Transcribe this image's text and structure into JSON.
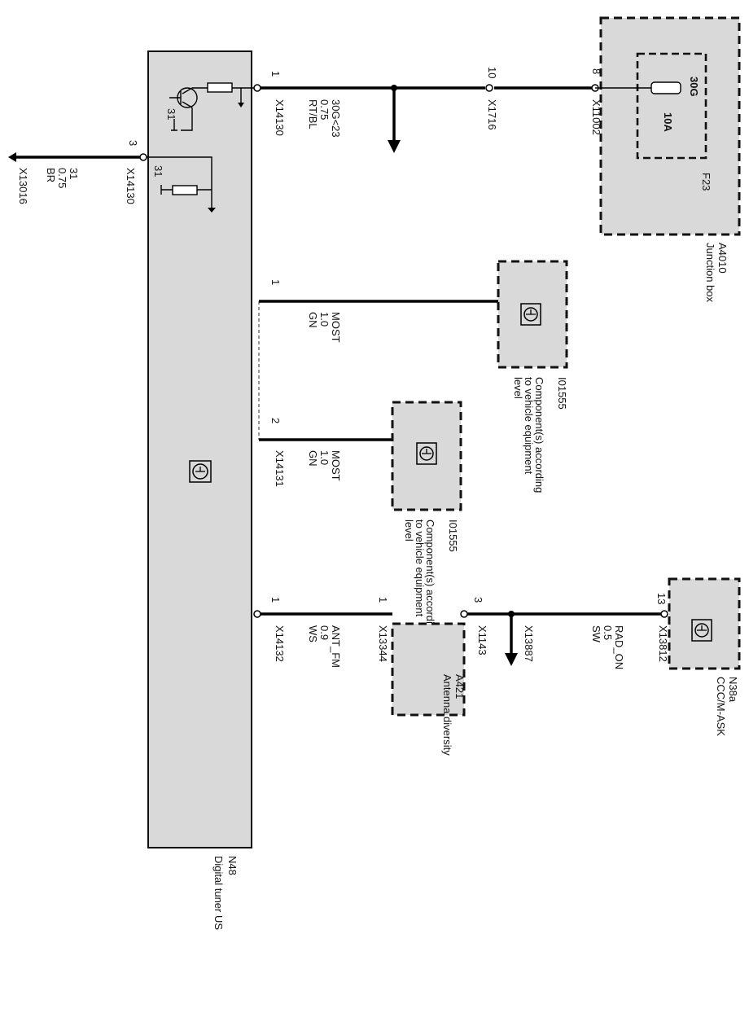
{
  "tuner": {
    "id": "N48",
    "name": "Digital tuner US"
  },
  "junction_box": {
    "id": "A4010",
    "name": "Junction box",
    "fuse_id": "F23",
    "fuse_terminal": "30G",
    "fuse_rating": "10A"
  },
  "ccc": {
    "id": "N38a",
    "name": "CCC/M-ASK"
  },
  "antenna": {
    "id": "A421",
    "name": "Antenna diversity"
  },
  "component1": {
    "id": "I01555",
    "line1": "Component(s) according",
    "line2": "to vehicle equipment",
    "line3": "level"
  },
  "component2": {
    "id": "I01555",
    "line1": "Component(s) according",
    "line2": "to vehicle equipment",
    "line3": "level"
  },
  "power_wire": {
    "pin_tuner": "1",
    "conn_tuner": "X14130",
    "signal": "30G<23",
    "size": "0.75",
    "color": "RT/BL",
    "pin_mid": "10",
    "conn_mid": "X1716",
    "pin_jb": "8",
    "conn_jb": "X11002"
  },
  "ground_wire": {
    "pin": "3",
    "conn": "X14130",
    "signal": "31",
    "size": "0.75",
    "color": "BR",
    "ground_conn": "X13016"
  },
  "internal": {
    "ground_top": "31",
    "ground_bottom": "31"
  },
  "most_wire1": {
    "pin": "1",
    "signal": "MOST",
    "size": "1.0",
    "color": "GN"
  },
  "most_wire2": {
    "pin": "2",
    "conn": "X14131",
    "signal": "MOST",
    "size": "1.0",
    "color": "GN"
  },
  "ant_wire": {
    "pin_tuner": "1",
    "conn_tuner": "X14132",
    "signal": "ANT_FM",
    "size": "0.9",
    "color": "WS",
    "pin_ant": "1",
    "conn_ant": "X13344"
  },
  "rad_wire": {
    "pin_ant": "3",
    "conn_ant": "X1143",
    "splice": "X13887",
    "signal": "RAD_ON",
    "size": "0.5",
    "color": "SW",
    "pin_ccc": "13",
    "conn_ccc": "X13812"
  }
}
